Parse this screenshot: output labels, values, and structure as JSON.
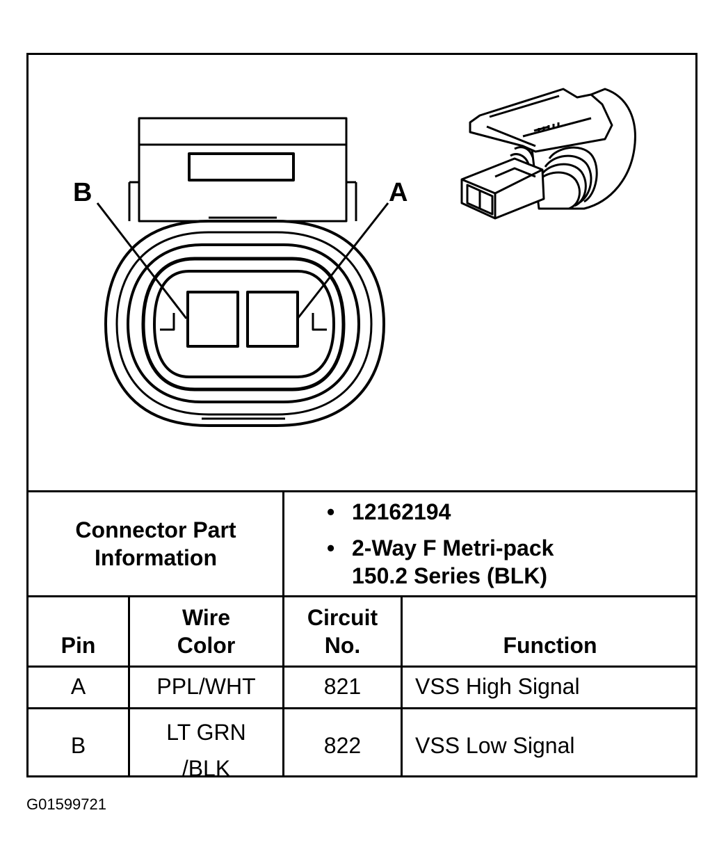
{
  "callouts": {
    "pin_b": "B",
    "pin_a": "A"
  },
  "connector_info": {
    "label_line1": "Connector Part",
    "label_line2": "Information",
    "bullets": [
      "12162194",
      "2-Way F Metri-pack",
      "150.2 Series (BLK)"
    ]
  },
  "table": {
    "headers": {
      "pin": "Pin",
      "wire_color_line1": "Wire",
      "wire_color_line2": "Color",
      "circuit_line1": "Circuit",
      "circuit_line2": "No.",
      "function": "Function"
    },
    "rows": [
      {
        "pin": "A",
        "wire_color_line1": "PPL/WHT",
        "wire_color_line2": "",
        "circuit": "821",
        "function": "VSS High Signal"
      },
      {
        "pin": "B",
        "wire_color_line1": "LT GRN",
        "wire_color_line2": "/BLK",
        "circuit": "822",
        "function": "VSS Low Signal"
      }
    ]
  },
  "figure_code": "G01599721"
}
